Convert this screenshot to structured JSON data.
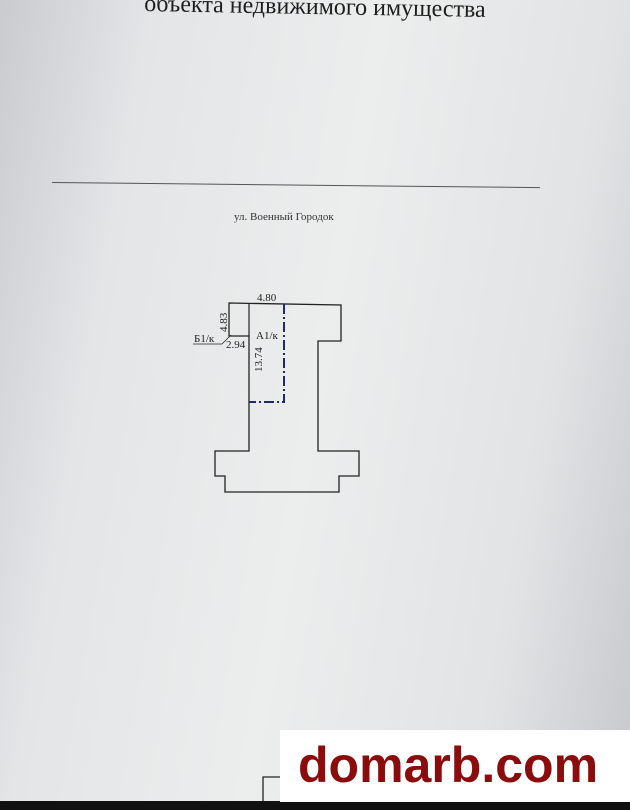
{
  "document": {
    "title": "объекта недвижимого имущества",
    "street_label": "ул. Военный Городок"
  },
  "plan": {
    "dim_top": "4.80",
    "dim_left": "4.83",
    "dim_b": "2.94",
    "dim_length": "13.74",
    "label_b": "Б1/к",
    "label_a": "А1/к"
  },
  "watermark": {
    "text": "domarb.com",
    "color": "#8b0c0c"
  }
}
